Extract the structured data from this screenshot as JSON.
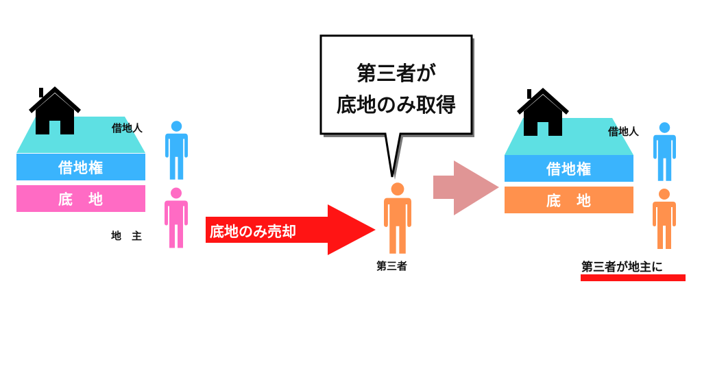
{
  "left": {
    "tenant_label": "借地人",
    "landowner_label": "地　主",
    "leasehold_label": "借地権",
    "land_label": "底　地"
  },
  "sale_arrow": {
    "label": "底地のみ売却"
  },
  "bubble": {
    "line1": "第三者が",
    "line2": "底地のみ取得"
  },
  "third_party_label": "第三者",
  "right": {
    "tenant_label": "借地人",
    "leasehold_label": "借地権",
    "land_label": "底　地",
    "caption": "第三者が地主に"
  },
  "colors": {
    "roof": "#5ee0e3",
    "leasehold": "#3ab4fd",
    "land_left": "#ff6bc4",
    "land_right": "#ff914d",
    "tenant": "#3ab4fd",
    "third": "#ff914d",
    "red": "#ff1414",
    "pink_arrow": "#e09595"
  }
}
